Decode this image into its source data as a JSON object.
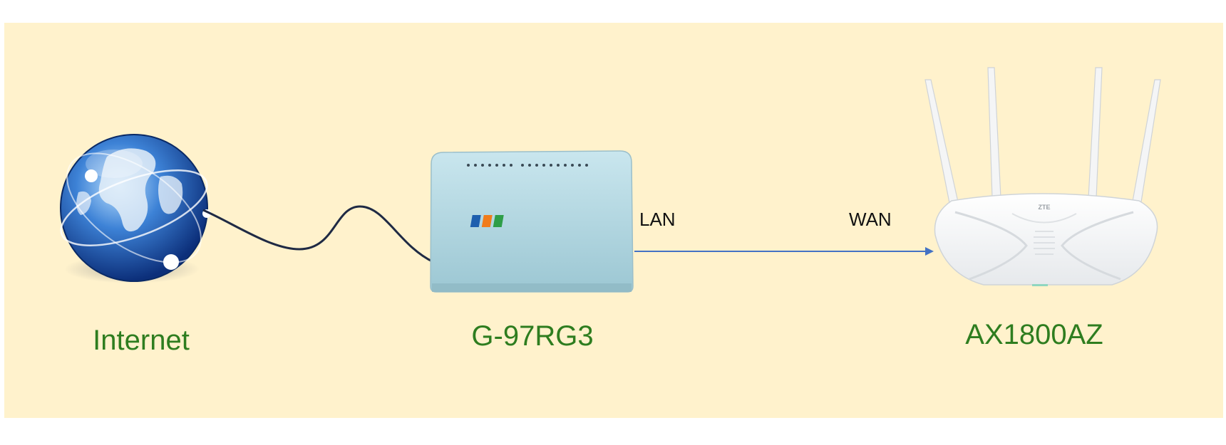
{
  "diagram": {
    "nodes": [
      {
        "id": "internet",
        "label": "Internet",
        "icon": "globe-icon"
      },
      {
        "id": "g97rg3",
        "label": "G-97RG3",
        "icon": "fpt-modem-icon",
        "logo_text": "FPT"
      },
      {
        "id": "ax1800az",
        "label": "AX1800AZ",
        "icon": "zte-router-icon",
        "logo_text": "ZTE"
      }
    ],
    "ports": {
      "lan": "LAN",
      "wan": "WAN"
    },
    "edges": [
      {
        "from": "internet",
        "to": "g97rg3",
        "style": "cable"
      },
      {
        "from": "g97rg3",
        "to": "ax1800az",
        "from_port": "LAN",
        "to_port": "WAN",
        "style": "arrow"
      }
    ]
  },
  "colors": {
    "background": "#fff2cc",
    "label_green": "#2e7d1f",
    "arrow_blue": "#4472c4",
    "cable": "#1f2a44"
  }
}
